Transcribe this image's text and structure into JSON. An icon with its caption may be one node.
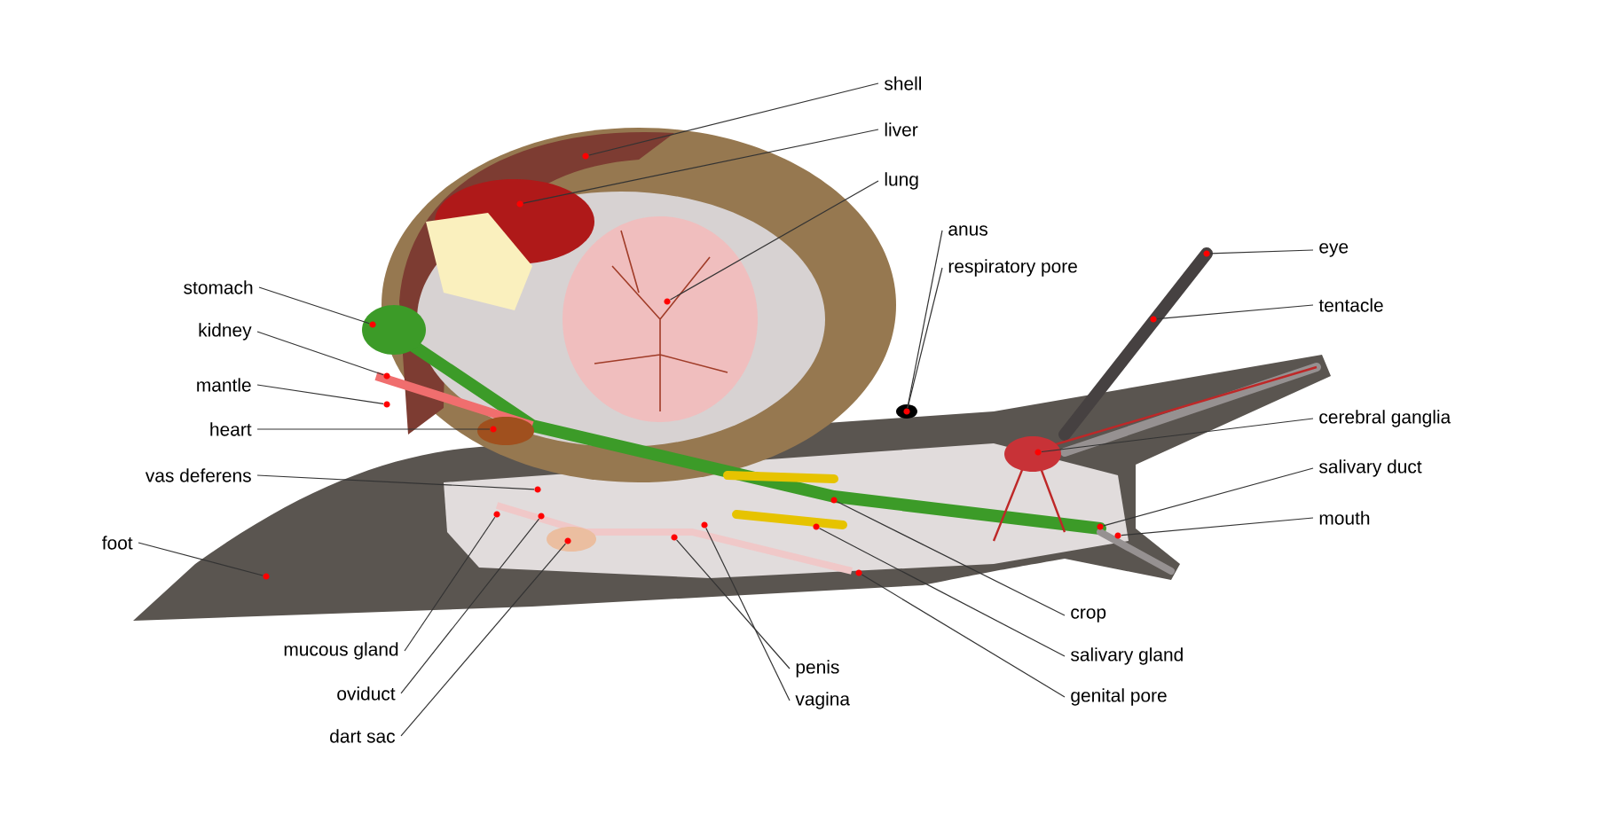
{
  "diagram": {
    "nodes": [
      {
        "text": [
          "shell"
        ]
      },
      {
        "text": [
          "liver"
        ]
      },
      {
        "text": [
          "lung"
        ]
      },
      {
        "text": [
          "anus"
        ]
      },
      {
        "text": [
          "respiratory pore"
        ]
      },
      {
        "text": [
          "eye"
        ]
      },
      {
        "text": [
          "stomach"
        ]
      },
      {
        "text": [
          "tentacle"
        ]
      },
      {
        "text": [
          "kidney"
        ]
      },
      {
        "text": [
          "mantle"
        ]
      },
      {
        "text": [
          "cerebral ganglia"
        ]
      },
      {
        "text": [
          "heart"
        ]
      },
      {
        "text": [
          "vas deferens"
        ]
      },
      {
        "text": [
          "salivary duct"
        ]
      },
      {
        "text": [
          "mouth"
        ]
      },
      {
        "text": [
          "foot"
        ]
      },
      {
        "text": [
          "crop"
        ]
      },
      {
        "text": [
          "mucous gland"
        ]
      },
      {
        "text": [
          "salivary gland"
        ]
      },
      {
        "text": [
          "penis"
        ]
      },
      {
        "text": [
          "vagina"
        ]
      },
      {
        "text": [
          "oviduct"
        ]
      },
      {
        "text": [
          "genital pore"
        ]
      },
      {
        "text": [
          "dart sac"
        ]
      },
      {
        "text": [],
        "shape": "circle"
      },
      {
        "text": [],
        "shape": "circle"
      },
      {
        "text": [],
        "shape": "circle"
      },
      {
        "text": [],
        "shape": "circle"
      },
      {
        "text": [],
        "shape": "circle"
      },
      {
        "text": [],
        "shape": "circle"
      },
      {
        "text": [],
        "shape": "circle"
      },
      {
        "text": [],
        "shape": "circle"
      },
      {
        "text": [],
        "shape": "circle"
      },
      {
        "text": [],
        "shape": "circle"
      },
      {
        "text": [],
        "shape": "circle"
      },
      {
        "text": [],
        "shape": "circle"
      },
      {
        "text": [],
        "shape": "circle"
      },
      {
        "text": [],
        "shape": "circle"
      },
      {
        "text": [],
        "shape": "circle"
      },
      {
        "text": [],
        "shape": "circle"
      },
      {
        "text": [],
        "shape": "circle"
      },
      {
        "text": [],
        "shape": "circle"
      },
      {
        "text": [],
        "shape": "circle"
      },
      {
        "text": [],
        "shape": "circle"
      },
      {
        "text": [],
        "shape": "circle"
      },
      {
        "text": [],
        "shape": "circle"
      },
      {
        "text": [],
        "shape": "circle"
      }
    ],
    "edges": [
      {
        "from": 0,
        "to": 34,
        "arrow": "none"
      },
      {
        "from": 1,
        "to": 30,
        "arrow": "none"
      },
      {
        "from": 2,
        "to": 35,
        "arrow": "none"
      },
      {
        "from": 3,
        "to": 41,
        "arrow": "none"
      },
      {
        "from": 4,
        "to": 41,
        "arrow": "none"
      },
      {
        "from": 5,
        "to": 46,
        "arrow": "none"
      },
      {
        "from": 6,
        "to": 25,
        "arrow": "none"
      },
      {
        "from": 7,
        "to": 45,
        "arrow": "none"
      },
      {
        "from": 8,
        "to": 26,
        "arrow": "none"
      },
      {
        "from": 9,
        "to": 27,
        "arrow": "none"
      },
      {
        "from": 10,
        "to": 42,
        "arrow": "none"
      },
      {
        "from": 11,
        "to": 28,
        "arrow": "none"
      },
      {
        "from": 12,
        "to": 31,
        "arrow": "none"
      },
      {
        "from": 13,
        "to": 43,
        "arrow": "none"
      },
      {
        "from": 14,
        "to": 44,
        "arrow": "none"
      },
      {
        "from": 15,
        "to": 24,
        "arrow": "none"
      },
      {
        "from": 16,
        "to": 39,
        "arrow": "none"
      },
      {
        "from": 17,
        "to": 29,
        "arrow": "none"
      },
      {
        "from": 18,
        "to": 38,
        "arrow": "none"
      },
      {
        "from": 19,
        "to": 36,
        "arrow": "none"
      },
      {
        "from": 20,
        "to": 37,
        "arrow": "none"
      },
      {
        "from": 21,
        "to": 32,
        "arrow": "none"
      },
      {
        "from": 22,
        "to": 40,
        "arrow": "none"
      },
      {
        "from": 23,
        "to": 33,
        "arrow": "none"
      }
    ]
  }
}
